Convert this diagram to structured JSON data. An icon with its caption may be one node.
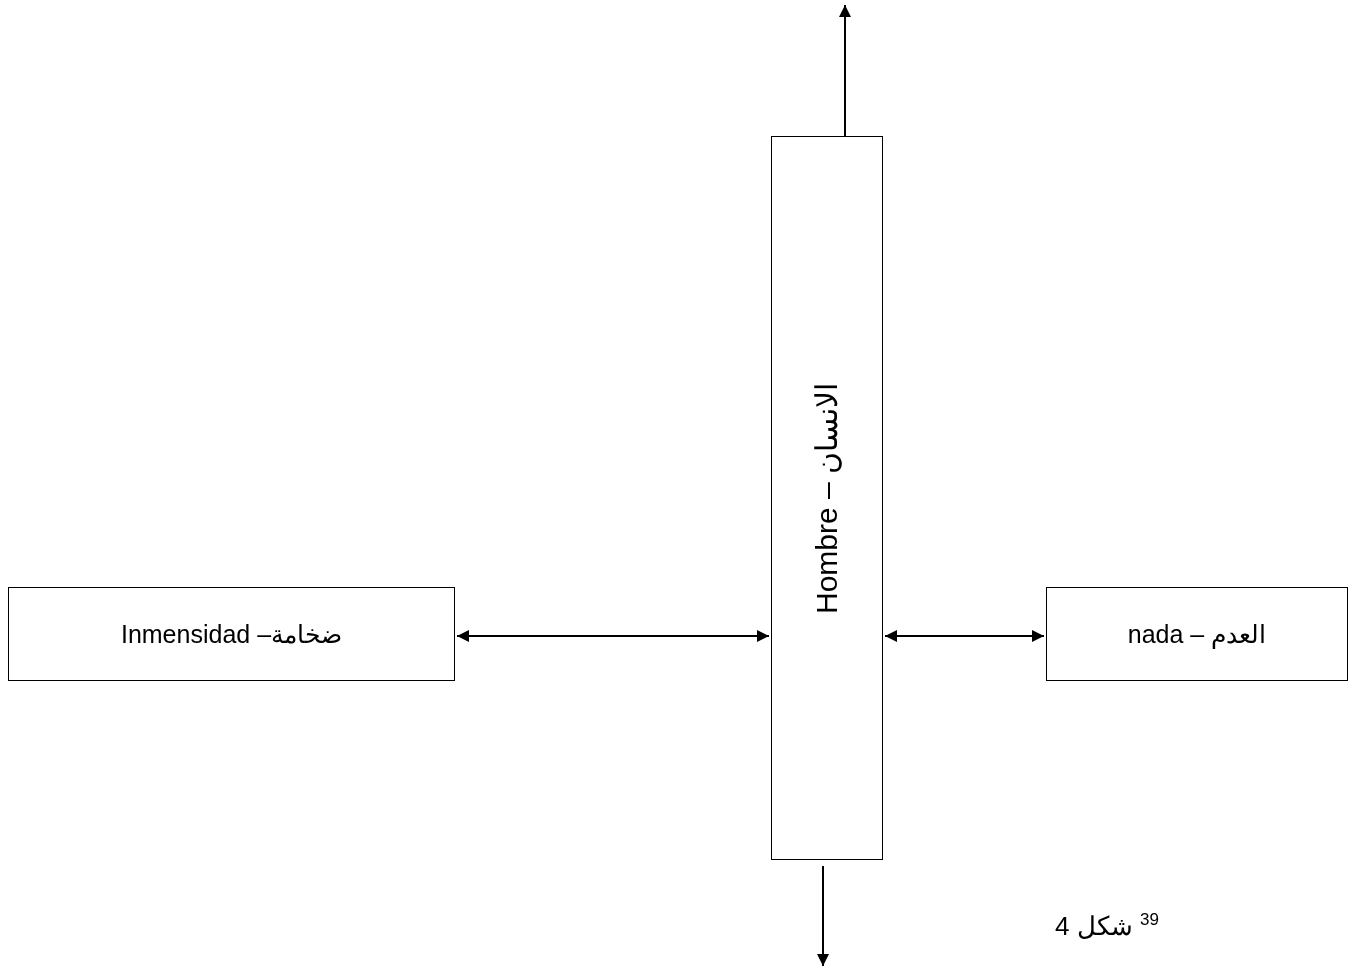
{
  "diagram": {
    "nodes": [
      {
        "text": [
          "Inmensidad –ضخامة"
        ]
      },
      {
        "text": [
          "Hombre – الانسان"
        ]
      },
      {
        "text": [
          "nada – العدم"
        ]
      }
    ],
    "edges": [
      {
        "from": 1,
        "to": null,
        "arrow": "to"
      },
      {
        "from": 0,
        "to": 1,
        "arrow": "both"
      },
      {
        "from": 1,
        "to": 2,
        "arrow": "both"
      },
      {
        "from": 1,
        "to": null,
        "arrow": "to"
      }
    ],
    "labels": [
      "$^{39}$ شكل 4"
    ]
  }
}
